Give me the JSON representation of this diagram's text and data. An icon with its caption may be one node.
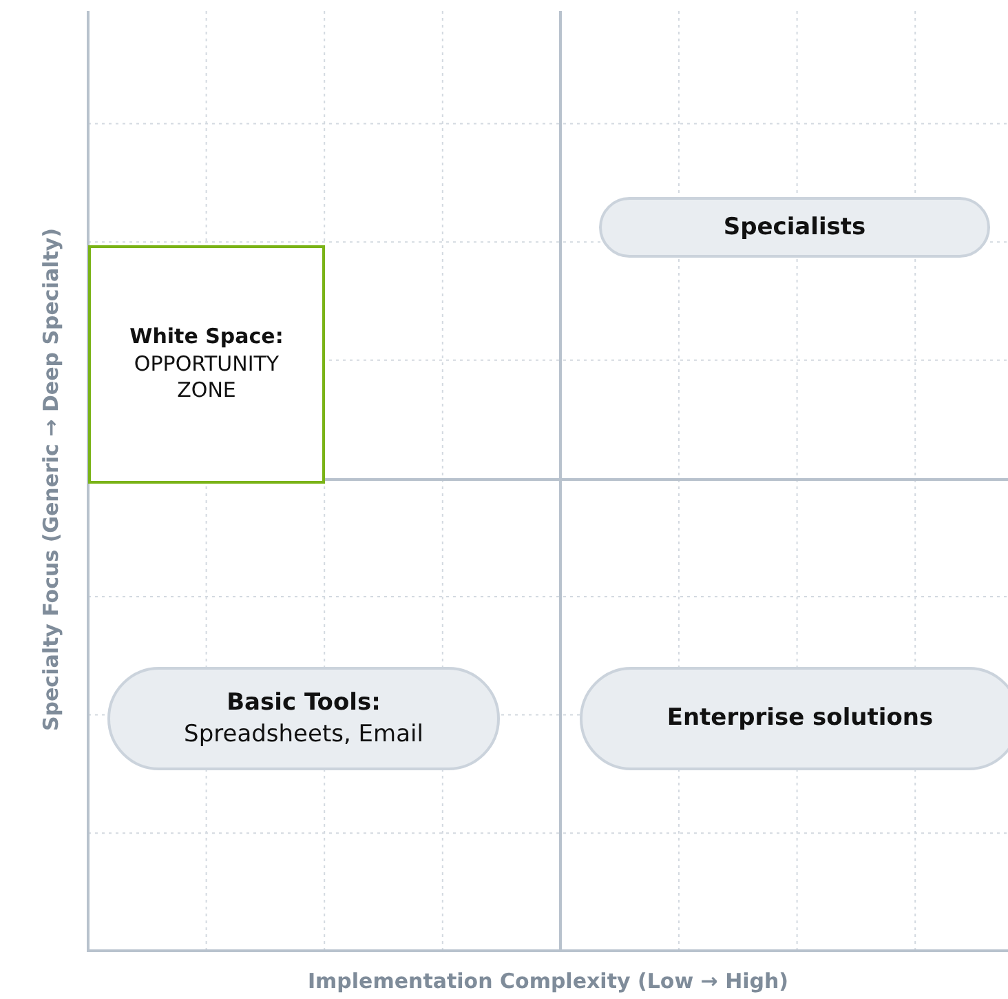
{
  "diagram": {
    "nodes": [
      {
        "text": [
          "Specialists"
        ]
      },
      {
        "text": [
          "White Space:",
          "OPPORTUNITY ZONE"
        ]
      },
      {
        "text": [
          "Basic Tools:",
          "Spreadsheets, Email"
        ]
      },
      {
        "text": [
          "Enterprise solutions"
        ]
      }
    ],
    "edges": [],
    "labels": [
      "Specialty Focus (Generic → Deep Specialty)",
      "Implementation Complexity (Low → High)"
    ]
  }
}
